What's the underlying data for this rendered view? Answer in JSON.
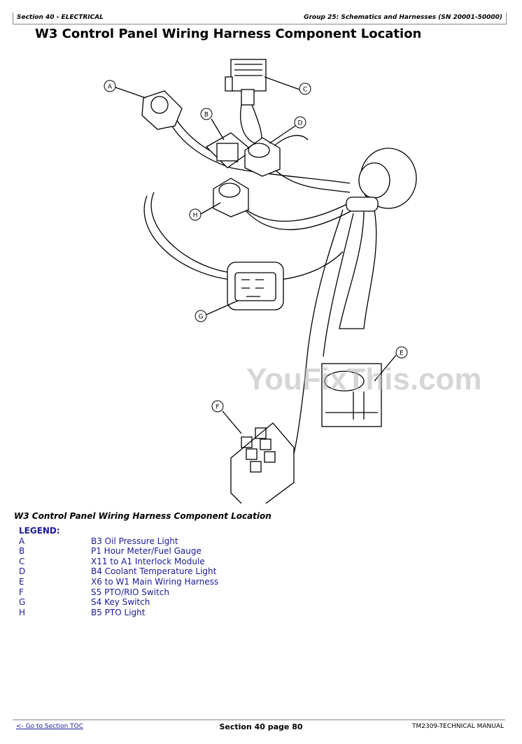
{
  "header": {
    "section": "Section 40 - ELECTRICAL",
    "group": "Group 25: Schematics and Harnesses (SN 20001-50000)"
  },
  "title": "W3 Control Panel Wiring Harness Component Location",
  "diagram": {
    "callouts": [
      "A",
      "B",
      "C",
      "D",
      "E",
      "F",
      "G",
      "H"
    ],
    "watermark": "YouFixThis.com"
  },
  "caption": "W3 Control Panel Wiring Harness Component Location",
  "legend": {
    "title": "LEGEND:",
    "items": [
      {
        "key": "A",
        "desc": "B3 Oil Pressure Light"
      },
      {
        "key": "B",
        "desc": "P1 Hour Meter/Fuel Gauge"
      },
      {
        "key": "C",
        "desc": "X11 to A1 Interlock Module"
      },
      {
        "key": "D",
        "desc": "B4 Coolant Temperature Light"
      },
      {
        "key": "E",
        "desc": "X6 to W1 Main Wiring Harness"
      },
      {
        "key": "F",
        "desc": "S5 PTO/RIO Switch"
      },
      {
        "key": "G",
        "desc": "S4 Key Switch"
      },
      {
        "key": "H",
        "desc": "B5 PTO Light"
      }
    ]
  },
  "footer": {
    "toc_link": "<- Go to Section TOC",
    "page": "Section 40 page 80",
    "manual": "TM2309-TECHNICAL MANUAL"
  },
  "colors": {
    "legend": "#1a1a9c"
  }
}
